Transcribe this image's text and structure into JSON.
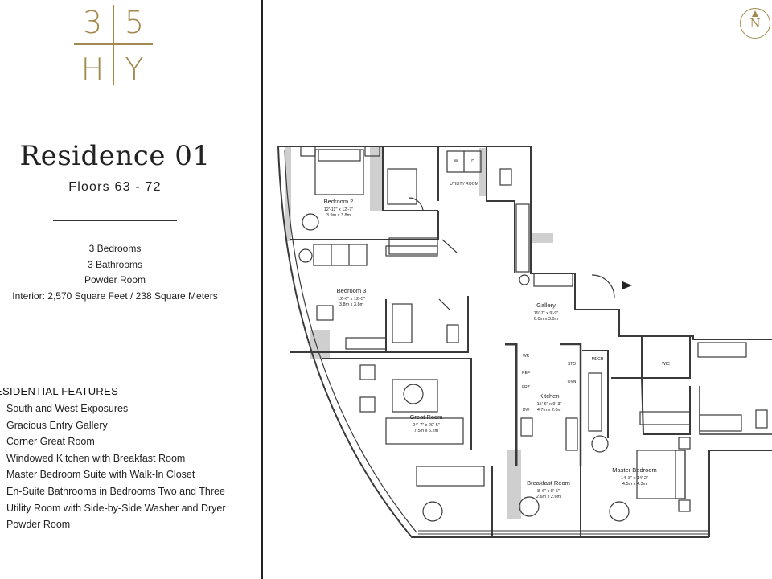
{
  "brand": {
    "logo_top_left": "3",
    "logo_top_right": "5",
    "logo_bottom_left": "H",
    "logo_bottom_right": "Y",
    "accent_color": "#a28a4d"
  },
  "residence": {
    "title": "Residence 01",
    "floors": "Floors 63 - 72"
  },
  "specs": [
    "3 Bedrooms",
    "3 Bathrooms",
    "Powder Room",
    "Interior: 2,570 Square Feet / 238 Square Meters"
  ],
  "features": {
    "heading": "ESIDENTIAL FEATURES",
    "items": [
      "South and West Exposures",
      "Gracious Entry Gallery",
      "Corner Great Room",
      "Windowed Kitchen with Breakfast Room",
      "Master Bedroom Suite with Walk-In Closet",
      "En-Suite Bathrooms in Bedrooms Two and Three",
      "Utility Room with Side-by-Side Washer and Dryer",
      "Powder Room"
    ]
  },
  "compass": {
    "label": "N",
    "icon": "north-arrow-icon"
  },
  "floorplan": {
    "wall_color": "#3a3a3a",
    "shade_color": "#cfcfcf",
    "rooms": [
      {
        "name": "Bedroom 2",
        "dims_ft": "12'-11\" x 12'-7\"",
        "dims_m": "3.9m x 3.8m"
      },
      {
        "name": "Bedroom 3",
        "dims_ft": "12'-6\" x 12'-5\"",
        "dims_m": "3.8m x 3.8m"
      },
      {
        "name": "Gallery",
        "dims_ft": "19'-7\" x 9'-9\"",
        "dims_m": "6.0m x 3.0m"
      },
      {
        "name": "Great Room",
        "dims_ft": "24'-7\" x 20'-5\"",
        "dims_m": "7.5m x 6.2m"
      },
      {
        "name": "Kitchen",
        "dims_ft": "15'-6\" x 9'-3\"",
        "dims_m": "4.7m x 2.8m"
      },
      {
        "name": "Breakfast Room",
        "dims_ft": "8'-6\" x 8'-5\"",
        "dims_m": "2.6m x 2.6m"
      },
      {
        "name": "Master Bedroom",
        "dims_ft": "14'-8\" x 14'-2\"",
        "dims_m": "4.5m x 4.3m"
      }
    ],
    "labels": {
      "utility": "UTILITY ROOM",
      "washer": "W",
      "dryer": "D",
      "wic": "WIC",
      "mech": "MECH",
      "wr": "WR",
      "ref": "REF",
      "frz": "FRZ",
      "dw": "DW",
      "sto": "STO",
      "ovn": "OVN"
    }
  }
}
